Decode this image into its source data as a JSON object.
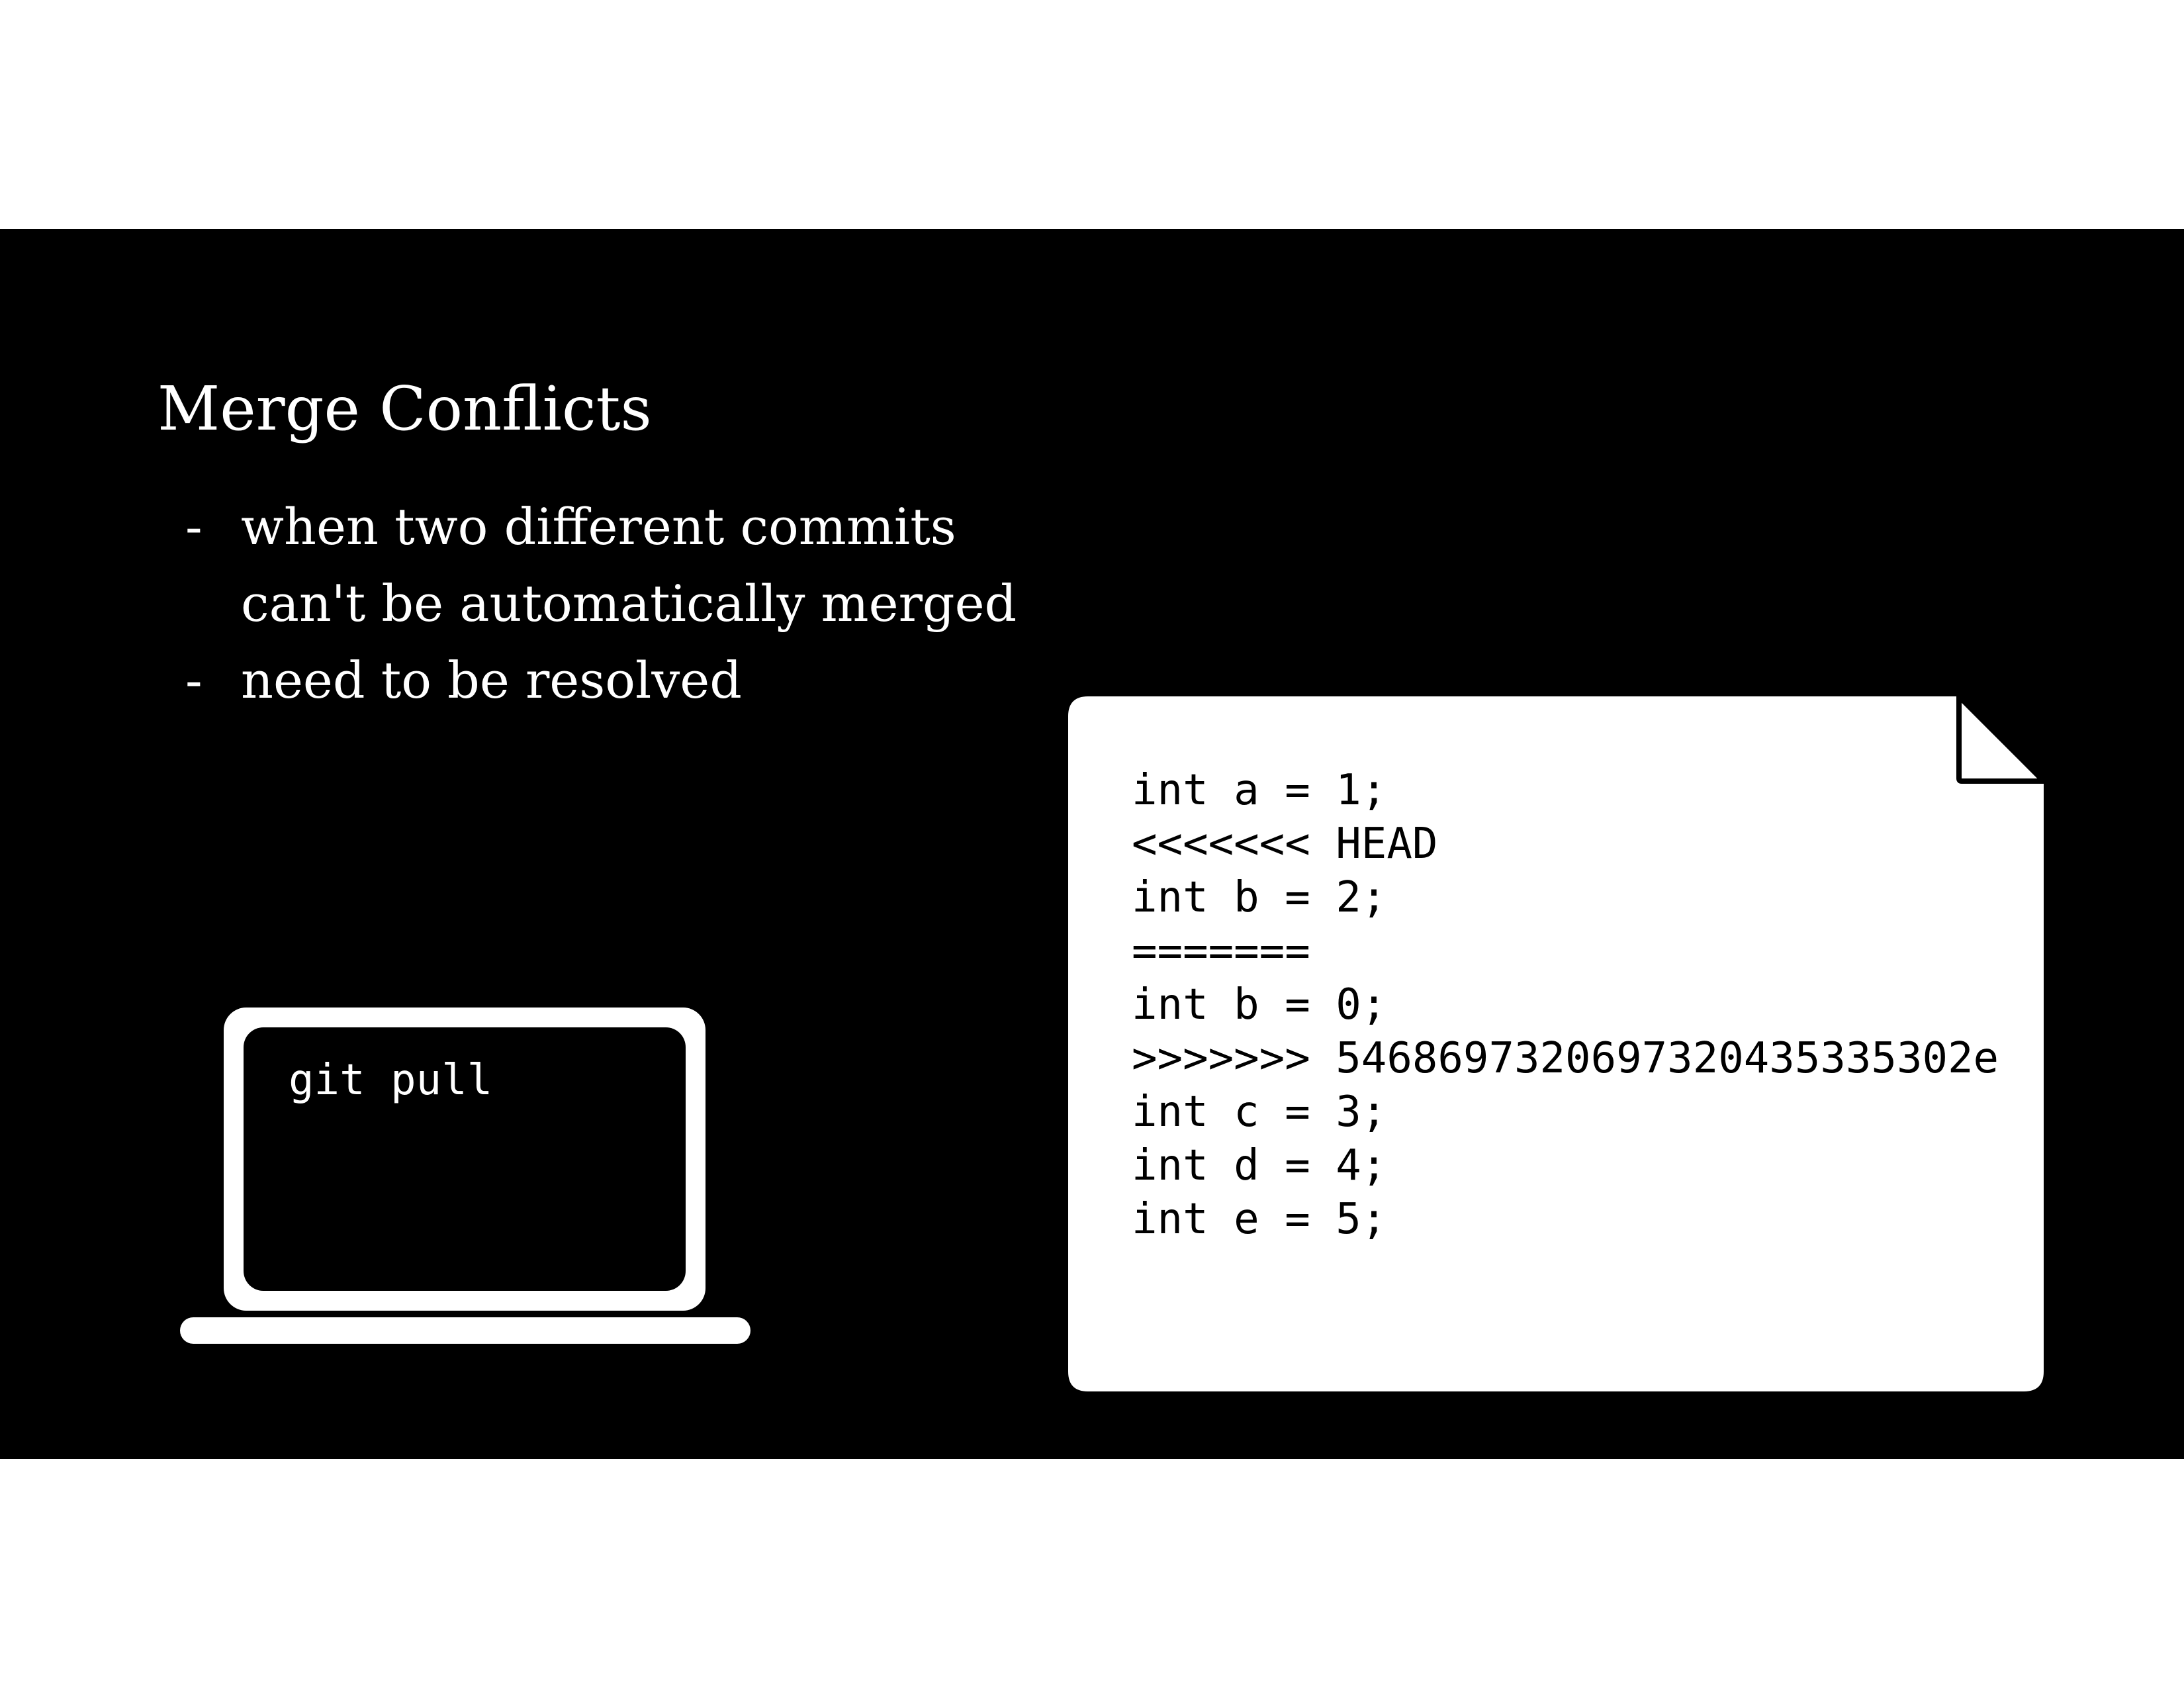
{
  "slide": {
    "title": "Merge Conflicts",
    "bullets": [
      {
        "dash": "-",
        "lines": [
          "when two different commits",
          "can't be automatically merged"
        ]
      },
      {
        "dash": "-",
        "lines": [
          "need to be resolved"
        ]
      }
    ]
  },
  "laptop": {
    "icon": "laptop-icon",
    "command": "git pull"
  },
  "file": {
    "icon": "file-icon",
    "lines": [
      "int a = 1;",
      "<<<<<<< HEAD",
      "int b = 2;",
      "=======",
      "int b = 0;",
      ">>>>>>> 5468697320697320435335302e",
      "int c = 3;",
      "int d = 4;",
      "int e = 5;"
    ]
  },
  "colors": {
    "slide_background": "#000000",
    "page_background": "#ffffff",
    "foreground": "#ffffff"
  }
}
